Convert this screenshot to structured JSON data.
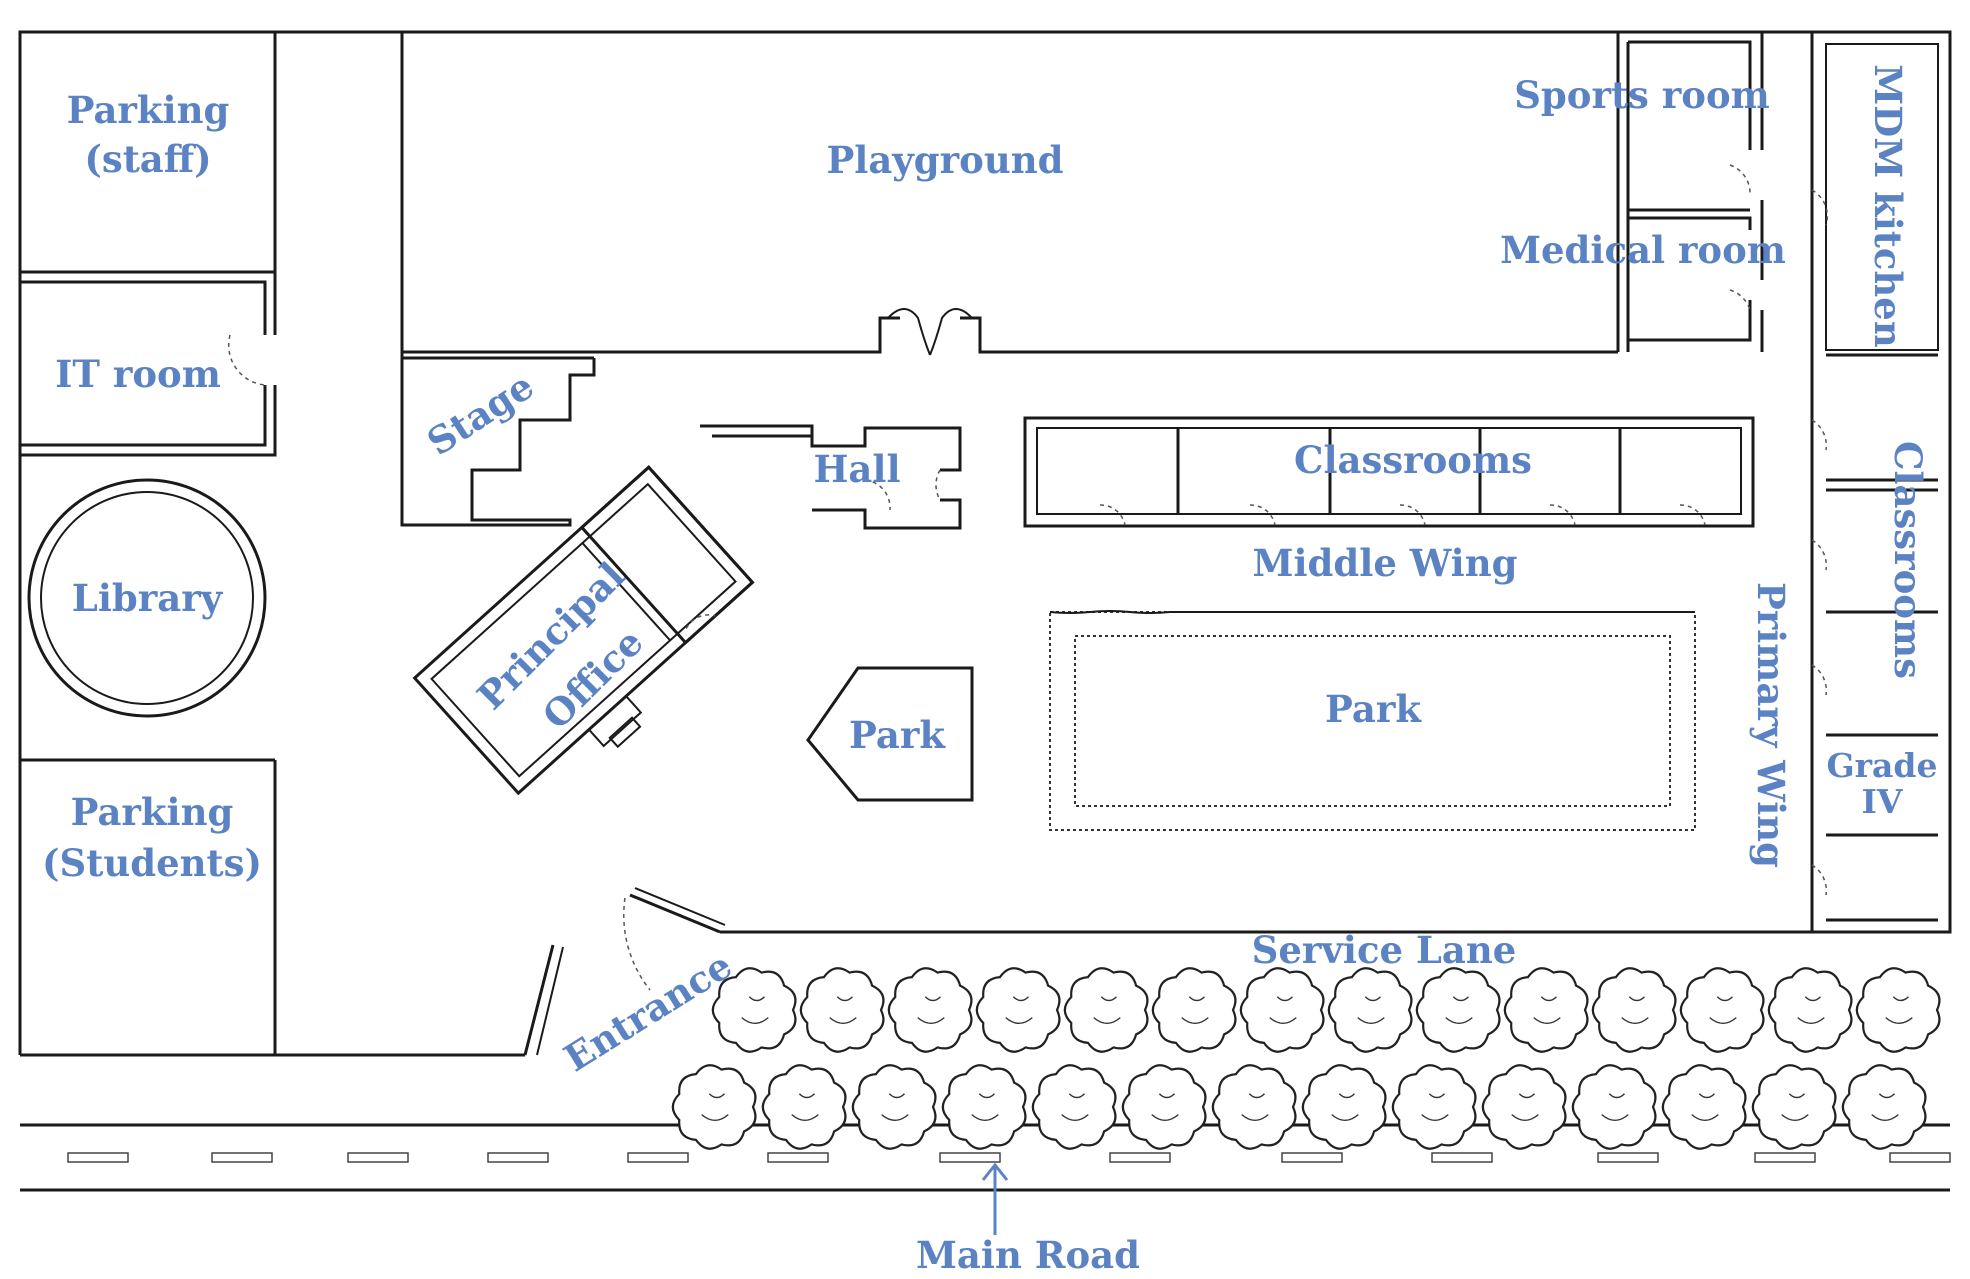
{
  "colors": {
    "label": "#5b83c4",
    "line": "#1a1a1a"
  },
  "labels": {
    "parking_staff_1": "Parking",
    "parking_staff_2": "(staff)",
    "it_room": "IT room",
    "library": "Library",
    "parking_students_1": "Parking",
    "parking_students_2": "(Students)",
    "playground": "Playground",
    "stage": "Stage",
    "hall": "Hall",
    "principal_office_1": "Principal",
    "principal_office_2": "Office",
    "park_small": "Park",
    "classrooms_middle": "Classrooms",
    "middle_wing": "Middle Wing",
    "park_large": "Park",
    "sports_room": "Sports room",
    "medical_room": "Medical room",
    "mdm_kitchen": "MDM kitchen",
    "classrooms_primary": "Classrooms",
    "primary_wing": "Primary Wing",
    "grade_iv_1": "Grade",
    "grade_iv_2": "IV",
    "service_lane": "Service Lane",
    "entrance": "Entrance",
    "main_road": "Main Road"
  }
}
